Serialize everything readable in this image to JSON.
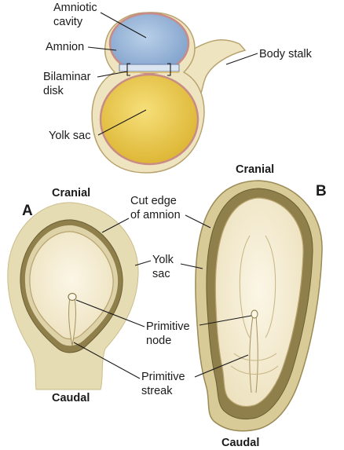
{
  "top": {
    "amniotic_cavity": [
      "Amniotic",
      "cavity"
    ],
    "amnion": "Amnion",
    "bilaminar_disk": [
      "Bilaminar",
      "disk"
    ],
    "yolk_sac": "Yolk sac",
    "body_stalk": "Body stalk"
  },
  "panel_a": {
    "letter": "A",
    "cranial": "Cranial",
    "caudal": "Caudal"
  },
  "panel_b": {
    "letter": "B",
    "cranial": "Cranial",
    "caudal": "Caudal"
  },
  "middle": {
    "cut_edge": [
      "Cut edge",
      "of amnion"
    ],
    "yolk_sac": [
      "Yolk",
      "sac"
    ],
    "primitive_node": [
      "Primitive",
      "node"
    ],
    "primitive_streak": [
      "Primitive",
      "streak"
    ]
  },
  "colors": {
    "amnion_blue": "#8fb0d8",
    "yolk_yellow": "#e8c53c",
    "tissue_cream": "#efe4c0",
    "tissue_tan": "#c9b882",
    "outline_pink": "#c98b86",
    "disk_inner": "#f6f0db"
  }
}
